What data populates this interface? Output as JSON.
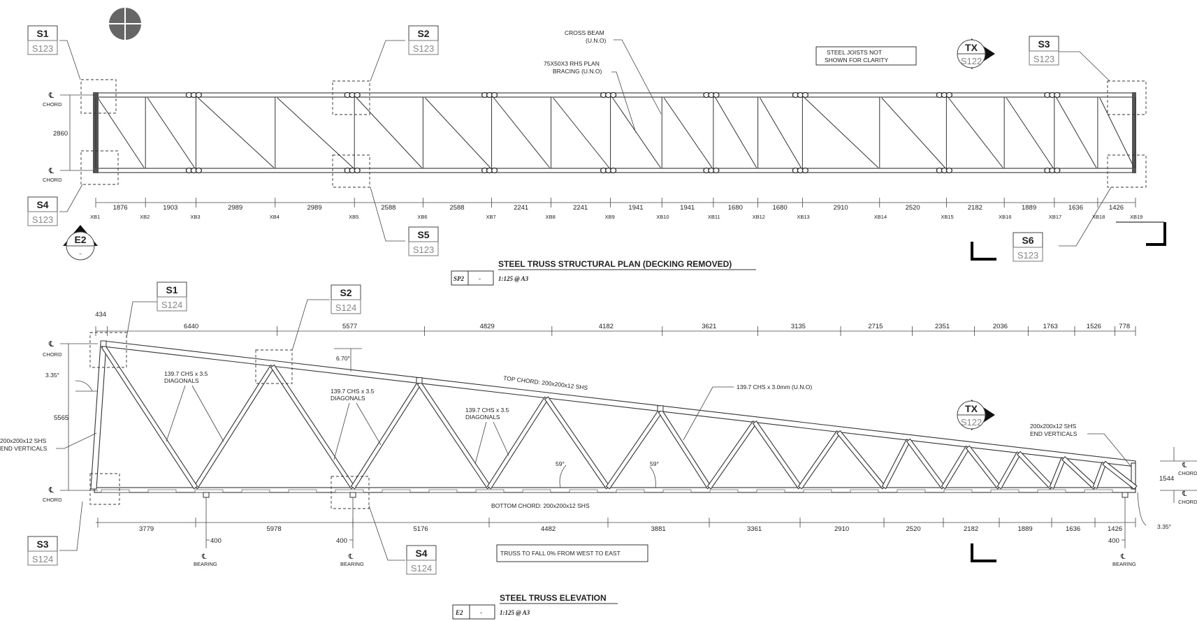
{
  "plan": {
    "title": "STEEL TRUSS STRUCTURAL PLAN (DECKING REMOVED)",
    "ref": "SP2",
    "ref_dash": "-",
    "scale": "1:125 @ A3",
    "chord_label": "CHORD",
    "width_dim": "2860",
    "xb_labels": [
      "XB1",
      "XB2",
      "XB3",
      "XB4",
      "XB5",
      "XB6",
      "XB7",
      "XB8",
      "XB9",
      "XB10",
      "XB11",
      "XB12",
      "XB13",
      "XB14",
      "XB15",
      "XB16",
      "XB17",
      "XB18",
      "XB19"
    ],
    "spans": [
      "1876",
      "1903",
      "2989",
      "2989",
      "2588",
      "2588",
      "2241",
      "2241",
      "1941",
      "1941",
      "1680",
      "1680",
      "2910",
      "2520",
      "2182",
      "1889",
      "1636",
      "1426"
    ],
    "note_cross_beam": [
      "CROSS BEAM",
      "(U.N.O)"
    ],
    "note_bracing": [
      "75X50X3 RHS PLAN",
      "BRACING (U.N.O)"
    ],
    "note_joists": [
      "STEEL JOISTS NOT",
      "SHOWN FOR CLARITY"
    ]
  },
  "plan_tags": [
    {
      "top": "S1",
      "bottom": "S123"
    },
    {
      "top": "S2",
      "bottom": "S123"
    },
    {
      "top": "S3",
      "bottom": "S123"
    },
    {
      "top": "S4",
      "bottom": "S123"
    },
    {
      "top": "S5",
      "bottom": "S123"
    },
    {
      "top": "S6",
      "bottom": "S123"
    }
  ],
  "section_markers": [
    {
      "top": "TX",
      "bottom": "S122"
    },
    {
      "top": "E2",
      "bottom": "-"
    },
    {
      "top": "TX",
      "bottom": "S122"
    }
  ],
  "elevation": {
    "title": "STEEL TRUSS ELEVATION",
    "ref": "E2",
    "ref_dash": "-",
    "scale": "1:125 @ A3",
    "chord_label": "CHORD",
    "bearing_label": "BEARING",
    "top_dims": [
      "434",
      "6440",
      "5577",
      "4829",
      "4182",
      "3621",
      "3135",
      "2715",
      "2351",
      "2036",
      "1763",
      "1526",
      "778"
    ],
    "bottom_dims": [
      "3779",
      "5978",
      "5176",
      "4482",
      "3881",
      "3361",
      "2910",
      "2520",
      "2182",
      "1889",
      "1636",
      "1426"
    ],
    "bearing_offsets": [
      "400",
      "400",
      "400"
    ],
    "height_dim": "5565",
    "end_height_dim": "1544",
    "angle_left": "3.35°",
    "angle_right": "3.35°",
    "slope_angle": "6.70°",
    "web_angle_1": "59°",
    "web_angle_2": "59°",
    "note_diag_1": [
      "139.7 CHS x 3.5",
      "DIAGONALS"
    ],
    "note_diag_2": [
      "139.7 CHS x 3.5",
      "DIAGONALS"
    ],
    "note_diag_3": [
      "139.7 CHS x 3.5",
      "DIAGONALS"
    ],
    "note_chs": "139.7 CHS x 3.0mm (U.N.O)",
    "note_top_chord": "TOP CHORD: 200x200x12 SHS",
    "note_bottom_chord": "BOTTOM CHORD: 200x200x12 SHS",
    "note_end_left": [
      "200x200x12 SHS",
      "END VERTICALS"
    ],
    "note_end_right": [
      "200x200x12 SHS",
      "END VERTICALS"
    ],
    "note_fall": "TRUSS TO FALL 0% FROM WEST TO EAST"
  },
  "elevation_tags": [
    {
      "top": "S1",
      "bottom": "S124"
    },
    {
      "top": "S2",
      "bottom": "S124"
    },
    {
      "top": "S3",
      "bottom": "S124"
    },
    {
      "top": "S4",
      "bottom": "S124"
    }
  ]
}
